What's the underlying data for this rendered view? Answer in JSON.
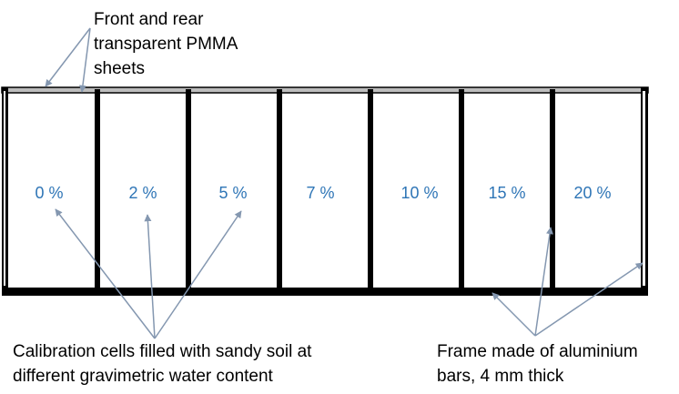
{
  "colors": {
    "frame": "#000000",
    "frame_shade": "#b9b9b9",
    "cell_label": "#2e75b6",
    "arrow": "#8497b0"
  },
  "cells": [
    {
      "label": "0 %"
    },
    {
      "label": "2 %"
    },
    {
      "label": "5 %"
    },
    {
      "label": "7 %"
    },
    {
      "label": "10 %"
    },
    {
      "label": "15 %"
    },
    {
      "label": "20 %"
    }
  ],
  "annotations": {
    "sheets": [
      "Front and rear",
      "transparent PMMA",
      "sheets"
    ],
    "cells": [
      "Calibration cells filled with sandy soil at",
      "different gravimetric water content"
    ],
    "frame": [
      "Frame made of aluminium",
      "bars, 4 mm thick"
    ]
  }
}
